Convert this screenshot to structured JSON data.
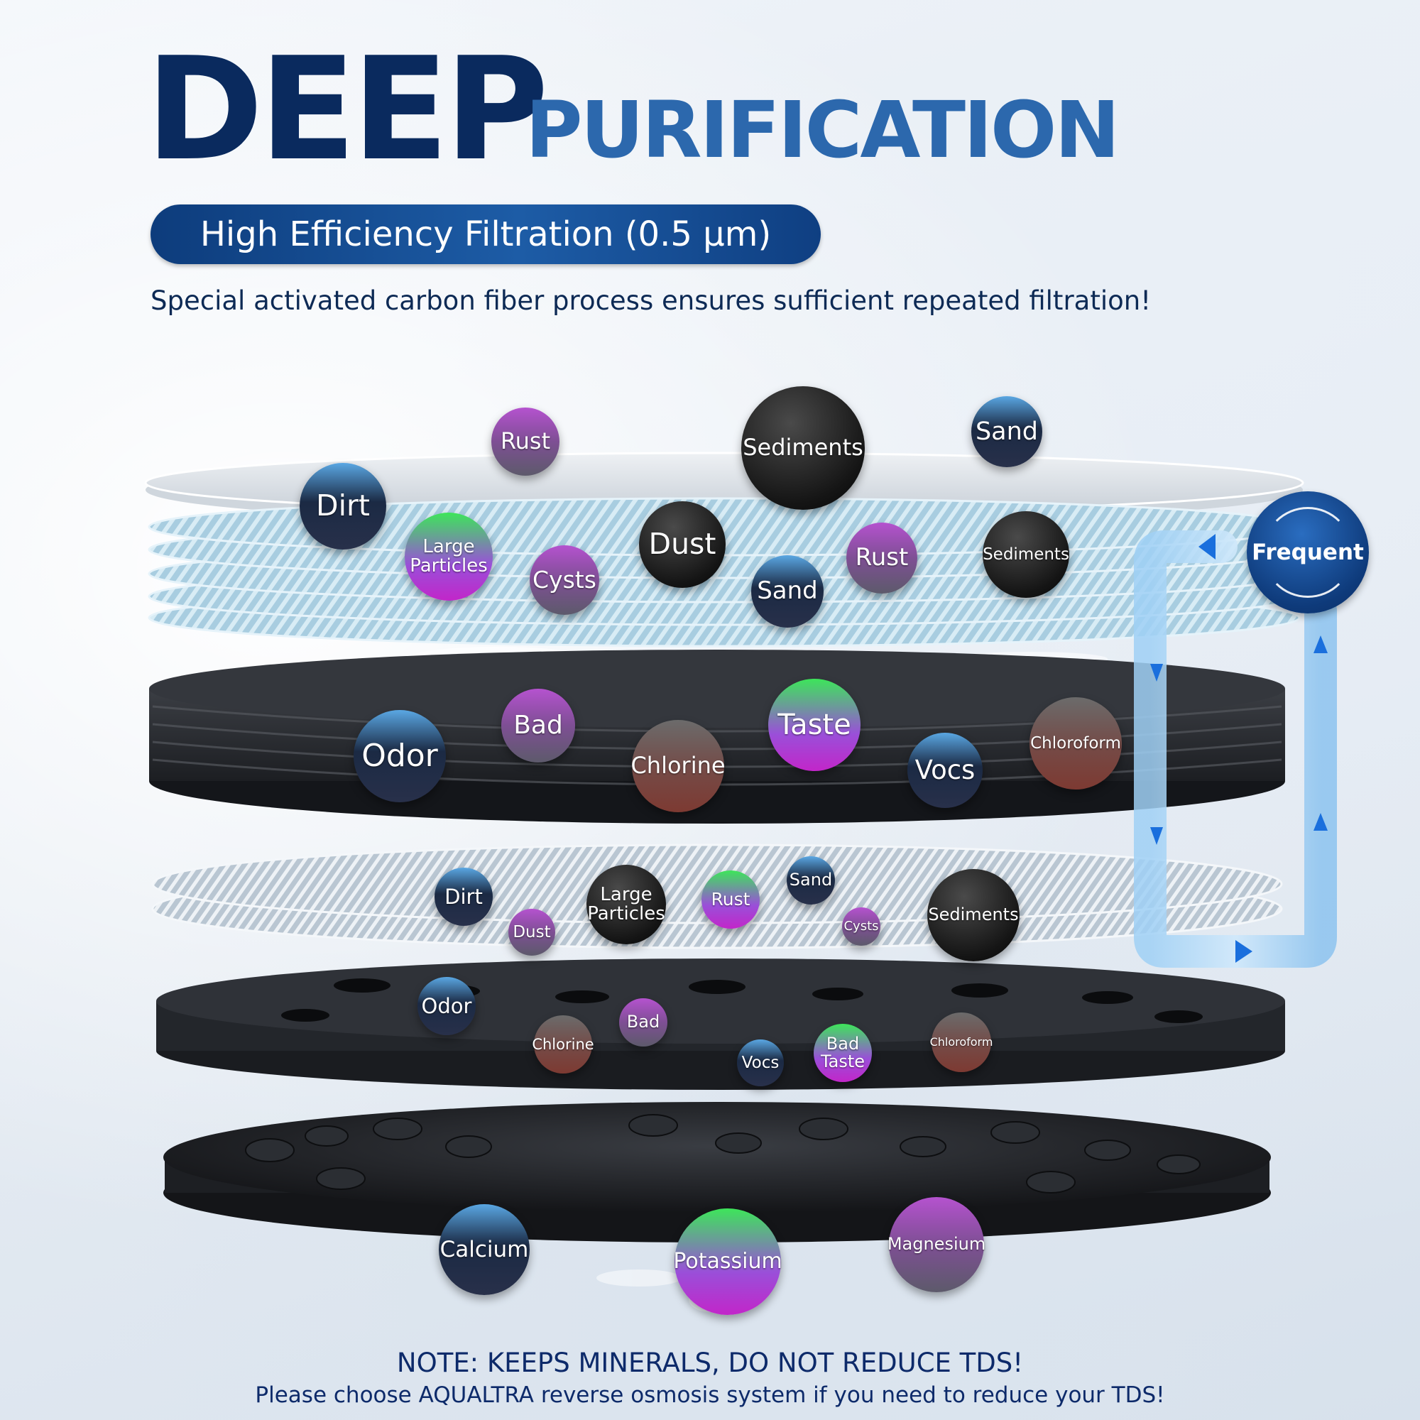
{
  "header": {
    "title_main": "DEEP",
    "title_sub": "PURIFICATION",
    "pill_text": "High Efficiency Filtration (0.5 μm)",
    "subtitle": "Special activated carbon fiber process ensures sufficient repeated filtration!"
  },
  "badge": {
    "label": "Frequent"
  },
  "bubbles": {
    "l1_rust": "Rust",
    "l1_sediments": "Sediments",
    "l1_sand": "Sand",
    "l1_dirt": "Dirt",
    "l1_large_particles": "Large Particles",
    "l1_dust": "Dust",
    "l1_cysts": "Cysts",
    "l1_sand2": "Sand",
    "l1_rust2": "Rust",
    "l1_sediments2": "Sediments",
    "l2_odor": "Odor",
    "l2_bad": "Bad",
    "l2_taste": "Taste",
    "l2_chlorine": "Chlorine",
    "l2_vocs": "Vocs",
    "l2_chloroform": "Chloroform",
    "l3_dirt": "Dirt",
    "l3_large_particles": "Large Particles",
    "l3_rust": "Rust",
    "l3_sand": "Sand",
    "l3_dust": "Dust",
    "l3_cysts": "Cysts",
    "l3_sediments": "Sediments",
    "l4_odor": "Odor",
    "l4_bad": "Bad",
    "l4_chlorine": "Chlorine",
    "l4_vocs": "Vocs",
    "l4_bad_taste": "Bad Taste",
    "l4_chloroform": "Chloroform",
    "l5_calcium": "Calcium",
    "l5_potassium": "Potassium",
    "l5_magnesium": "Magnesium"
  },
  "colors": {
    "title_dark_navy": "#0a2a5e",
    "title_accent_blue": "#2c68ad",
    "pill_blue": "#1d5ca6",
    "text_navy": "#0d2a55"
  },
  "footer": {
    "note": "NOTE: KEEPS MINERALS, DO NOT REDUCE TDS!",
    "note2": "Please choose AQUALTRA reverse osmosis system if you need to reduce your TDS!"
  }
}
